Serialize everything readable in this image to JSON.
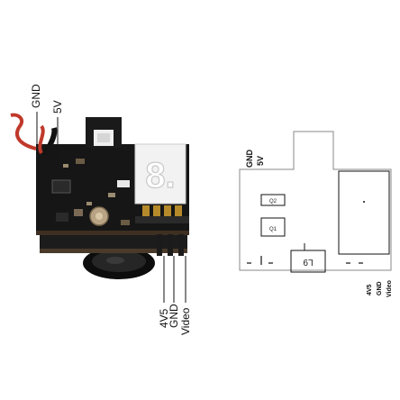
{
  "photo": {
    "labels": {
      "gnd_top": "GND",
      "v5_top": "5V",
      "v45_bottom": "4V5",
      "gnd_bottom": "GND",
      "video_bottom": "Video"
    },
    "display_digit": "8.",
    "colors": {
      "pcb": "#1a1a1a",
      "wire_red": "#c0392b",
      "wire_black": "#111111",
      "display": "#f2f2f2",
      "pins": "#b58a2b"
    }
  },
  "schematic": {
    "labels": {
      "gnd_top": "GND",
      "v5_top": "5V",
      "v45_bottom": "4V5",
      "gnd_bottom": "GND",
      "video_bottom": "Video",
      "chip_q2": "Q2",
      "chip_q1": "Q1",
      "chip_l9": "L9"
    },
    "colors": {
      "outline": "#888888",
      "component": "#111111"
    }
  }
}
